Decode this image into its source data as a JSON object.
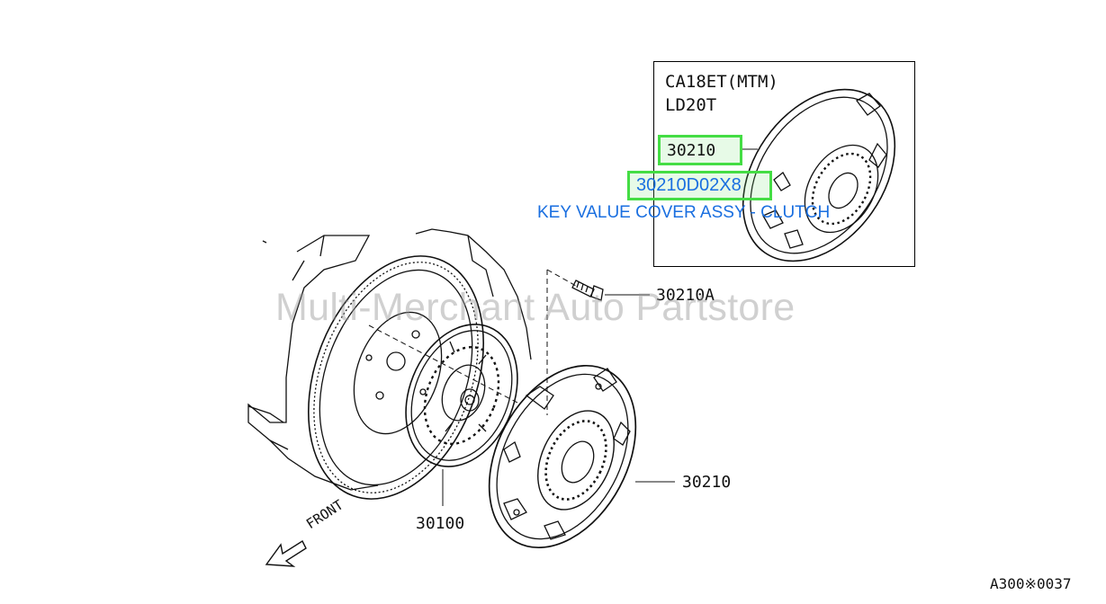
{
  "inset": {
    "line1": "CA18ET(MTM)",
    "line2": "LD20T",
    "part_ref": "30210"
  },
  "highlight": {
    "part_number": "30210D02X8",
    "description": "KEY VALUE COVER ASSY - CLUTCH",
    "highlight_color": "#44dd44",
    "text_color": "#1a6fe0"
  },
  "callouts": {
    "bolt": "30210A",
    "cover": "30210",
    "disc": "30100",
    "front": "FRONT"
  },
  "watermark": "Multi-Merchant Auto Partstore",
  "figure_code": "A300※0037"
}
